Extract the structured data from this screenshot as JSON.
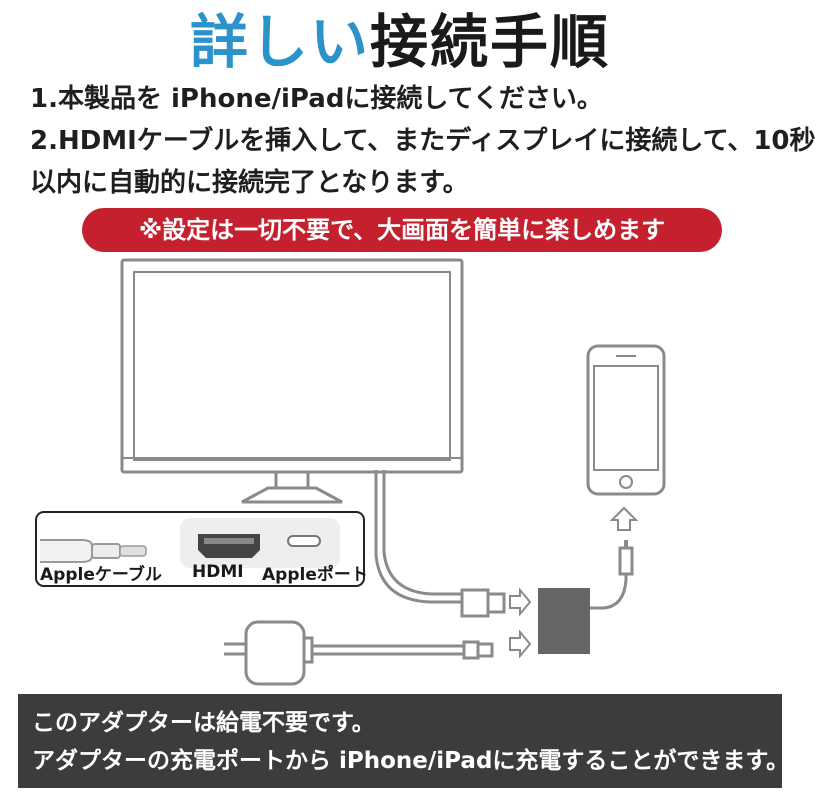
{
  "title": {
    "accent": "詳しい",
    "main": "接続手順"
  },
  "steps": {
    "step1": "1.本製品を iPhone/iPadに接続してください。",
    "step2_line1": "2.HDMIケーブルを挿入して、またディスプレイに接続して、10秒",
    "step2_line2": "以内に自動的に接続完了となります。"
  },
  "note": "※設定は一切不要で、大画面を簡単に楽しめます",
  "inset_labels": {
    "cable": "Appleケーブル",
    "hdmi": "HDMI",
    "port": "Appleポート"
  },
  "bottom": {
    "line1": "このアダプターは給電不要です。",
    "line2": "アダプターの充電ポートから iPhone/iPadに充電することができます。"
  },
  "colors": {
    "accent": "#2a93c9",
    "banner": "#c4202e",
    "bottom_box": "#3c3c3c",
    "line_art": "#8a8a8a",
    "adapter": "#666666"
  },
  "icons": [
    "monitor-icon",
    "smartphone-icon",
    "arrow-up-icon",
    "arrow-right-icon",
    "adapter-icon",
    "power-adapter-icon",
    "lightning-cable-icon",
    "hdmi-port-icon",
    "lightning-port-icon"
  ]
}
